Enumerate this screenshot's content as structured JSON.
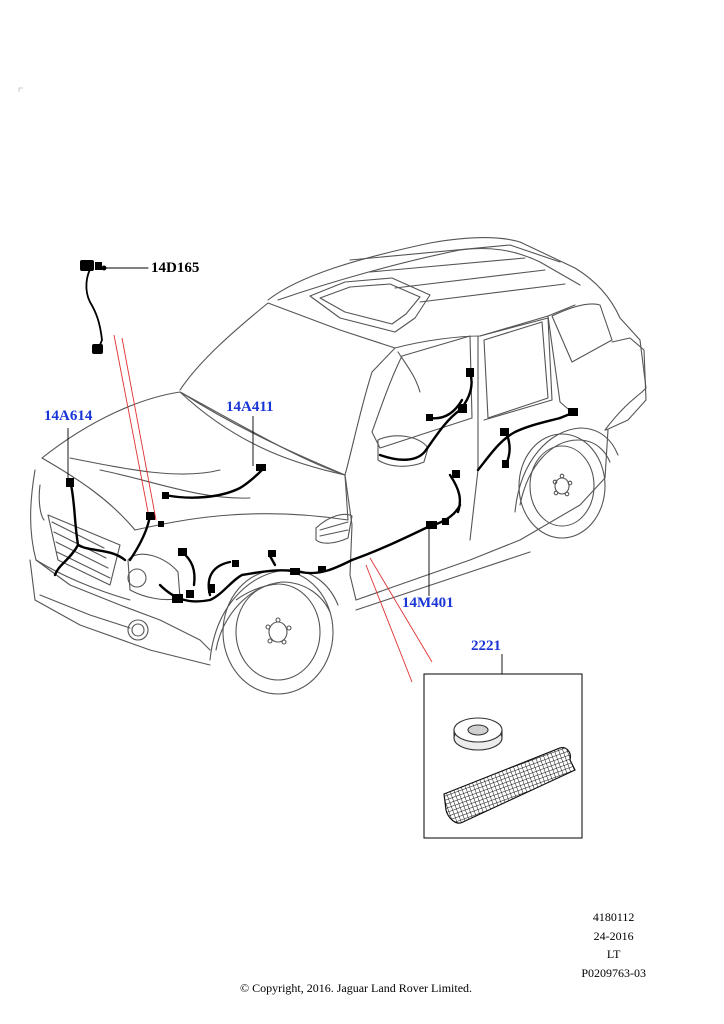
{
  "callouts": {
    "part_14d165": "14D165",
    "part_14a614": "14A614",
    "part_14a411": "14A411",
    "part_14m401": "14M401",
    "part_2221": "2221"
  },
  "meta": {
    "line1": "4180112",
    "line2": "24-2016",
    "line3": "LT",
    "line4": "P0209763-03"
  },
  "copyright": "© Copyright, 2016. Jaguar Land Rover Limited.",
  "colors": {
    "link": "#1a35d6",
    "leader_red": "#e03030",
    "harness": "#000000",
    "outline": "#555555"
  }
}
